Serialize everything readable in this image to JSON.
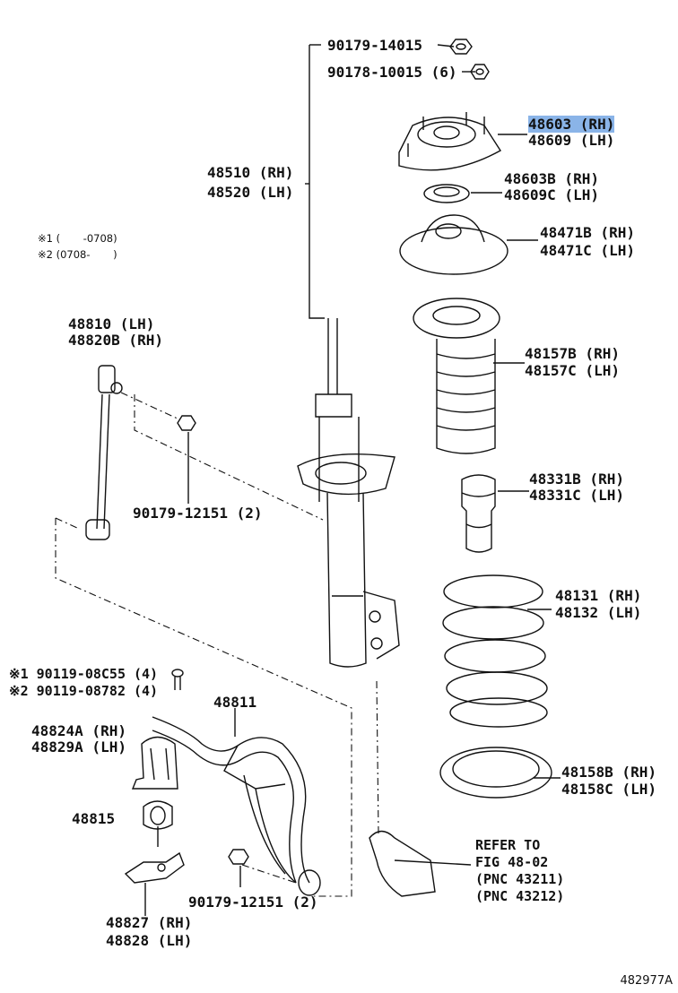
{
  "figure_id": "482977A",
  "notes": {
    "n1": "※1 (       -0708)",
    "n2": "※2 (0708-       )"
  },
  "parts": {
    "nut_top": "90179-14015",
    "nut_mount": "90178-10015 (6)",
    "mount_rh": "48603 (RH)",
    "mount_lh": "48609 (LH)",
    "bearing_rh": "48603B (RH)",
    "bearing_lh": "48609C (LH)",
    "seat_rh": "48471B (RH)",
    "seat_lh": "48471C (LH)",
    "strut_rh": "48510 (RH)",
    "strut_lh": "48520 (LH)",
    "boot_rh": "48157B (RH)",
    "boot_lh": "48157C (LH)",
    "bumper_rh": "48331B (RH)",
    "bumper_lh": "48331C (LH)",
    "spring_rh": "48131 (RH)",
    "spring_lh": "48132 (LH)",
    "insulator_rh": "48158B (RH)",
    "insulator_lh": "48158C (LH)",
    "link_lh": "48810 (LH)",
    "link_rh": "48820B (RH)",
    "nut_link": "90179-12151 (2)",
    "bolt1": "※1 90119-08C55 (4)",
    "bolt2": "※2 90119-08782 (4)",
    "stabilizer": "48811",
    "bracket_rh": "48824A (RH)",
    "bracket_lh": "48829A (LH)",
    "bushing": "48815",
    "clamp_rh": "48827 (RH)",
    "clamp_lh": "48828 (LH)",
    "nut_link2": "90179-12151 (2)",
    "refer1": "REFER TO",
    "refer2": "FIG 48-02",
    "refer3": "(PNC 43211)",
    "refer4": "(PNC 43212)"
  }
}
